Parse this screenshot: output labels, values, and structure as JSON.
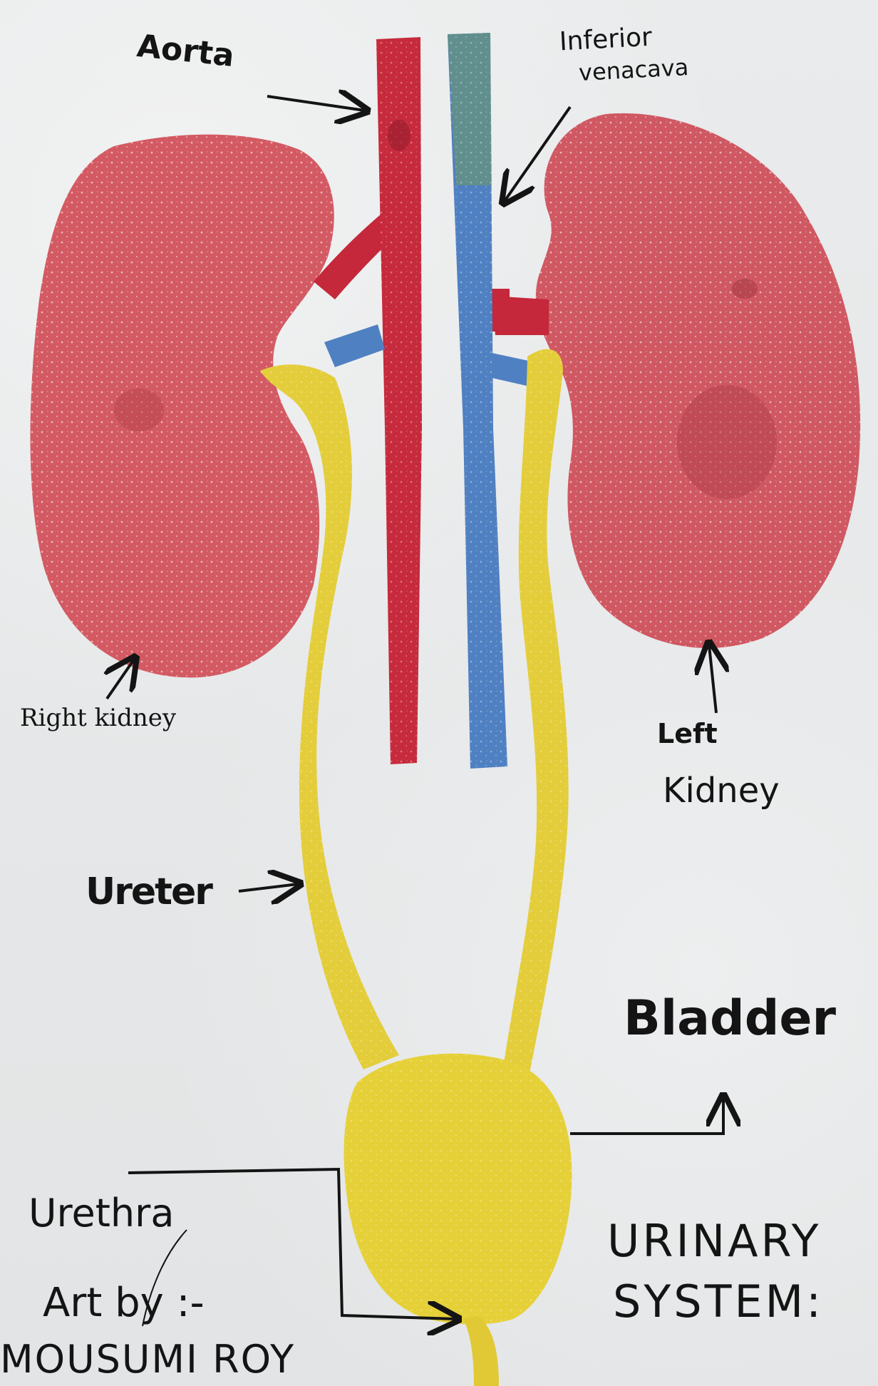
{
  "labels": {
    "aorta": "Aorta",
    "inferior_vena_cava_line1": "Inferior",
    "inferior_vena_cava_line2": "venacava",
    "right_kidney": "Right kidney",
    "left_kidney_line1": "Left",
    "left_kidney_line2": "Kidney",
    "ureter": "Ureter",
    "bladder": "Bladder",
    "urethra": "Urethra",
    "title_line1": "URINARY",
    "title_line2": "SYSTEM:",
    "art_by": "Art by :-",
    "artist": "MOUSUMI ROY"
  },
  "colors": {
    "background": "#e6e8e9",
    "kidney": "#cf5a62",
    "aorta": "#c4283a",
    "vena_cava": "#4f7fc0",
    "ureter_bladder": "#e6cf3c",
    "ink": "#141414"
  }
}
